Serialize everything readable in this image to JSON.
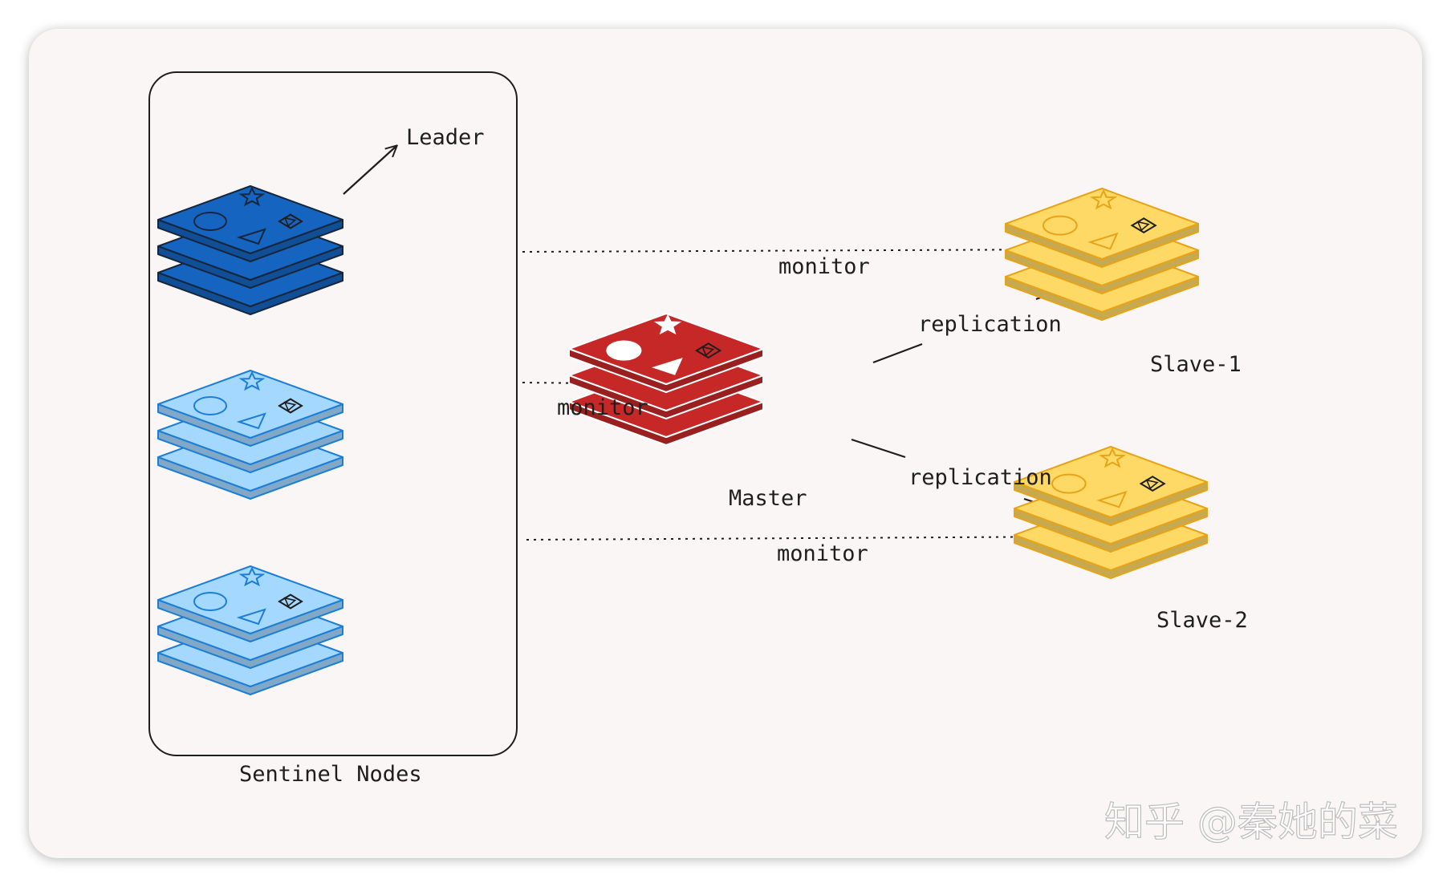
{
  "diagram": {
    "labels": {
      "leader": "Leader",
      "sentinel_nodes": "Sentinel Nodes",
      "master": "Master",
      "slave_1": "Slave-1",
      "slave_2": "Slave-2",
      "monitor_top": "monitor",
      "monitor_middle": "monitor",
      "monitor_bottom": "monitor",
      "replication_top": "replication",
      "replication_bottom": "replication"
    },
    "colors": {
      "leader": "#1565c0",
      "follower": "#a5d8ff",
      "master": "#c62828",
      "slave": "#ffd966"
    }
  },
  "watermark": "知乎 @秦她的菜"
}
